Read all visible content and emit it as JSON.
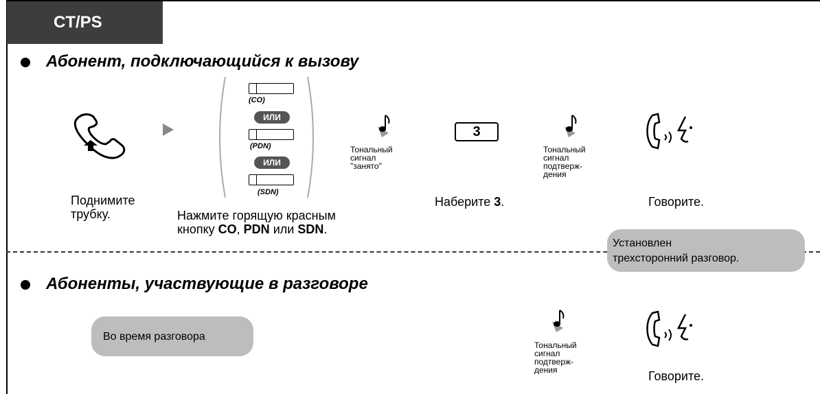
{
  "tab": {
    "label": "CT/PS"
  },
  "section1": {
    "heading": "Абонент, подключающийся к вызову",
    "step1_label": [
      "Поднимите",
      "трубку."
    ],
    "keys": {
      "co": "(CO)",
      "ili1": "ИЛИ",
      "pdn": "(PDN)",
      "ili2": "ИЛИ",
      "sdn": "(SDN)"
    },
    "press": {
      "line1": "Нажмите горящую красным",
      "line2_pre": "кнопку ",
      "co": "CO",
      "sep1": ", ",
      "pdn": "PDN",
      "sep2": " или ",
      "sdn": "SDN",
      "end": "."
    },
    "tone1": [
      "Тональный",
      "сигнал",
      "\"занято\""
    ],
    "dial": {
      "digit": "3",
      "label_pre": "Наберите ",
      "label_bold": "3",
      "label_end": "."
    },
    "tone2": [
      "Тональный",
      "сигнал",
      "подтверж-",
      "дения"
    ],
    "talk_label": "Говорите."
  },
  "established": {
    "line1": "Установлен",
    "line2": "трехсторонний разговор."
  },
  "section2": {
    "heading": "Абоненты, участвующие в разговоре",
    "during": "Во время разговора",
    "tone": [
      "Тональный",
      "сигнал",
      "подтверж-",
      "дения"
    ],
    "talk_label": "Говорите."
  },
  "icons": {
    "handset": "handset-offhook-icon",
    "arrow": "right-triangle-arrow-icon",
    "tone": "music-note-tone-icon",
    "talk": "talking-handset-icon"
  },
  "colors": {
    "tab_bg": "#3d3d3d",
    "pill_bg": "#bdbdbd",
    "ili_bg": "#555555",
    "icon_gray": "#888888"
  }
}
